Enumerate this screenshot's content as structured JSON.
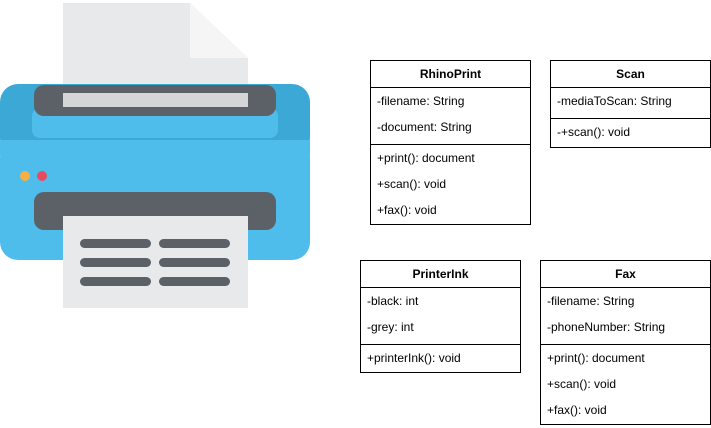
{
  "illustration": {
    "name": "printer-icon",
    "colors": {
      "body_blue": "#4FBDEB",
      "body_dark_blue": "#3BA8D6",
      "slot_gray": "#5B6167",
      "paper": "#E8E9EA",
      "paper_fold": "#F5F5F5",
      "text_lines": "#5B6167",
      "dot_orange": "#F5B041",
      "dot_red": "#E74C5E"
    }
  },
  "classes": [
    {
      "id": "rhino",
      "name": "RhinoPrint",
      "attributes": [
        "-filename: String",
        "-document: String"
      ],
      "methods": [
        "+print(): document",
        "+scan(): void",
        "+fax(): void"
      ]
    },
    {
      "id": "scan",
      "name": "Scan",
      "attributes": [
        "-mediaToScan: String"
      ],
      "methods": [
        "-+scan(): void"
      ]
    },
    {
      "id": "ink",
      "name": "PrinterInk",
      "attributes": [
        "-black: int",
        "-grey: int"
      ],
      "methods": [
        "+printerInk(): void"
      ]
    },
    {
      "id": "fax",
      "name": "Fax",
      "attributes": [
        "-filename: String",
        "-phoneNumber: String"
      ],
      "methods": [
        "+print(): document",
        "+scan(): void",
        "+fax(): void"
      ]
    }
  ]
}
